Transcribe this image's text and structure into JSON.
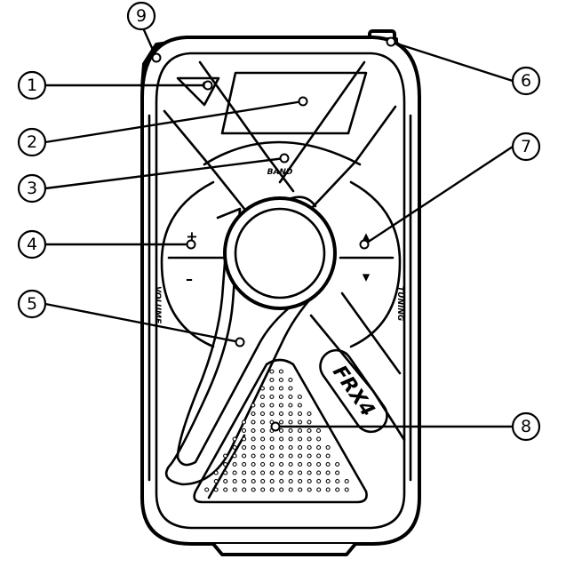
{
  "diagram": {
    "labels": {
      "band": "BAND",
      "volume": "VOLUME",
      "tuning": "TUNING",
      "brand": "FRX4",
      "plus": "+",
      "minus": "–",
      "up": "▲",
      "down": "▼"
    },
    "callouts": [
      {
        "num": "1"
      },
      {
        "num": "2"
      },
      {
        "num": "3"
      },
      {
        "num": "4"
      },
      {
        "num": "5"
      },
      {
        "num": "6"
      },
      {
        "num": "7"
      },
      {
        "num": "8"
      },
      {
        "num": "9"
      }
    ]
  }
}
